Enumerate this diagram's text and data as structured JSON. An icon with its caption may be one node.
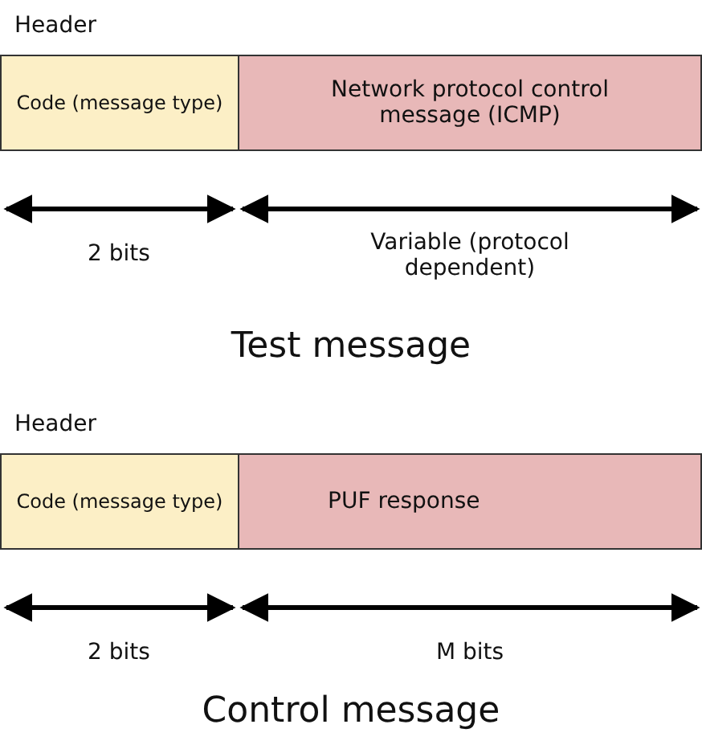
{
  "diagram": {
    "nodes": [
      {
        "text": [
          "Code (message type)"
        ],
        "beside": [
          "Header"
        ]
      },
      {
        "text": [
          "Network protocol control message (ICMP)"
        ]
      },
      {
        "text": [
          "Code (message type)"
        ],
        "beside": [
          "Header"
        ]
      },
      {
        "text": [
          "PUF response"
        ]
      }
    ],
    "labels": [
      "2 bits",
      "Variable (protocol dependent)",
      "Test message",
      "2 bits",
      "M bits",
      "Control message"
    ]
  }
}
